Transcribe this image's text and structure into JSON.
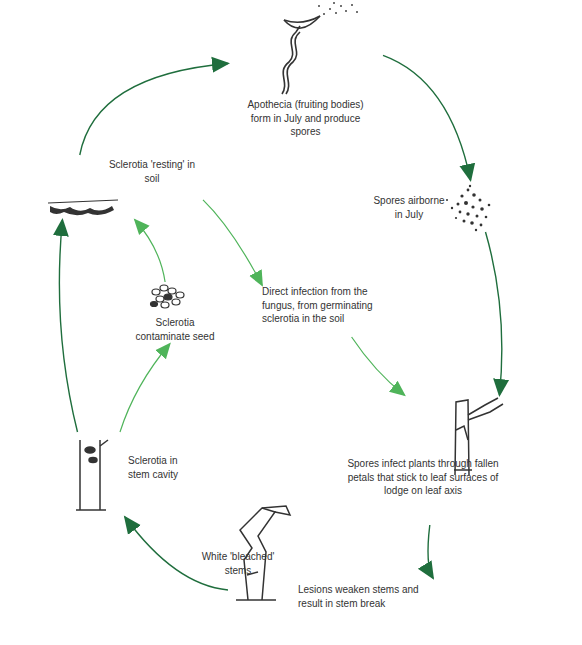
{
  "diagram": {
    "nodes": [
      {
        "text": [
          "Apothecia (fruiting bodies) form in July and produce spores"
        ]
      },
      {
        "text": [
          "Spores airborne in July"
        ]
      },
      {
        "text": [
          "Spores infect plants through fallen petals that stick to leaf surfaces of lodge on leaf axis"
        ]
      },
      {
        "text": [
          "Lesions weaken stems and result in stem break"
        ]
      },
      {
        "text": [
          "Sclerotia in stem cavity"
        ]
      },
      {
        "text": [
          "Sclerotia contaminate seed"
        ]
      },
      {
        "text": [
          "Sclerotia 'resting' in soil"
        ]
      },
      {
        "text": [
          "Direct infection from the fungus, from germinating sclerotia in the soil"
        ]
      }
    ],
    "edges": [
      {
        "from": 6,
        "to": 0,
        "arrow": "to"
      },
      {
        "from": 0,
        "to": 1,
        "arrow": "to"
      },
      {
        "from": 1,
        "to": 2,
        "arrow": "to"
      },
      {
        "from": 2,
        "to": 3,
        "arrow": "to"
      },
      {
        "from": 3,
        "to": 4,
        "label": "White 'bleached' stems",
        "arrow": "to"
      },
      {
        "from": 4,
        "to": 6,
        "arrow": "to"
      },
      {
        "from": 4,
        "to": 5,
        "arrow": "to"
      },
      {
        "from": 5,
        "to": 6,
        "arrow": "to"
      },
      {
        "from": 6,
        "to": 7,
        "arrow": "to"
      },
      {
        "from": 7,
        "to": 2,
        "arrow": "to"
      }
    ]
  }
}
